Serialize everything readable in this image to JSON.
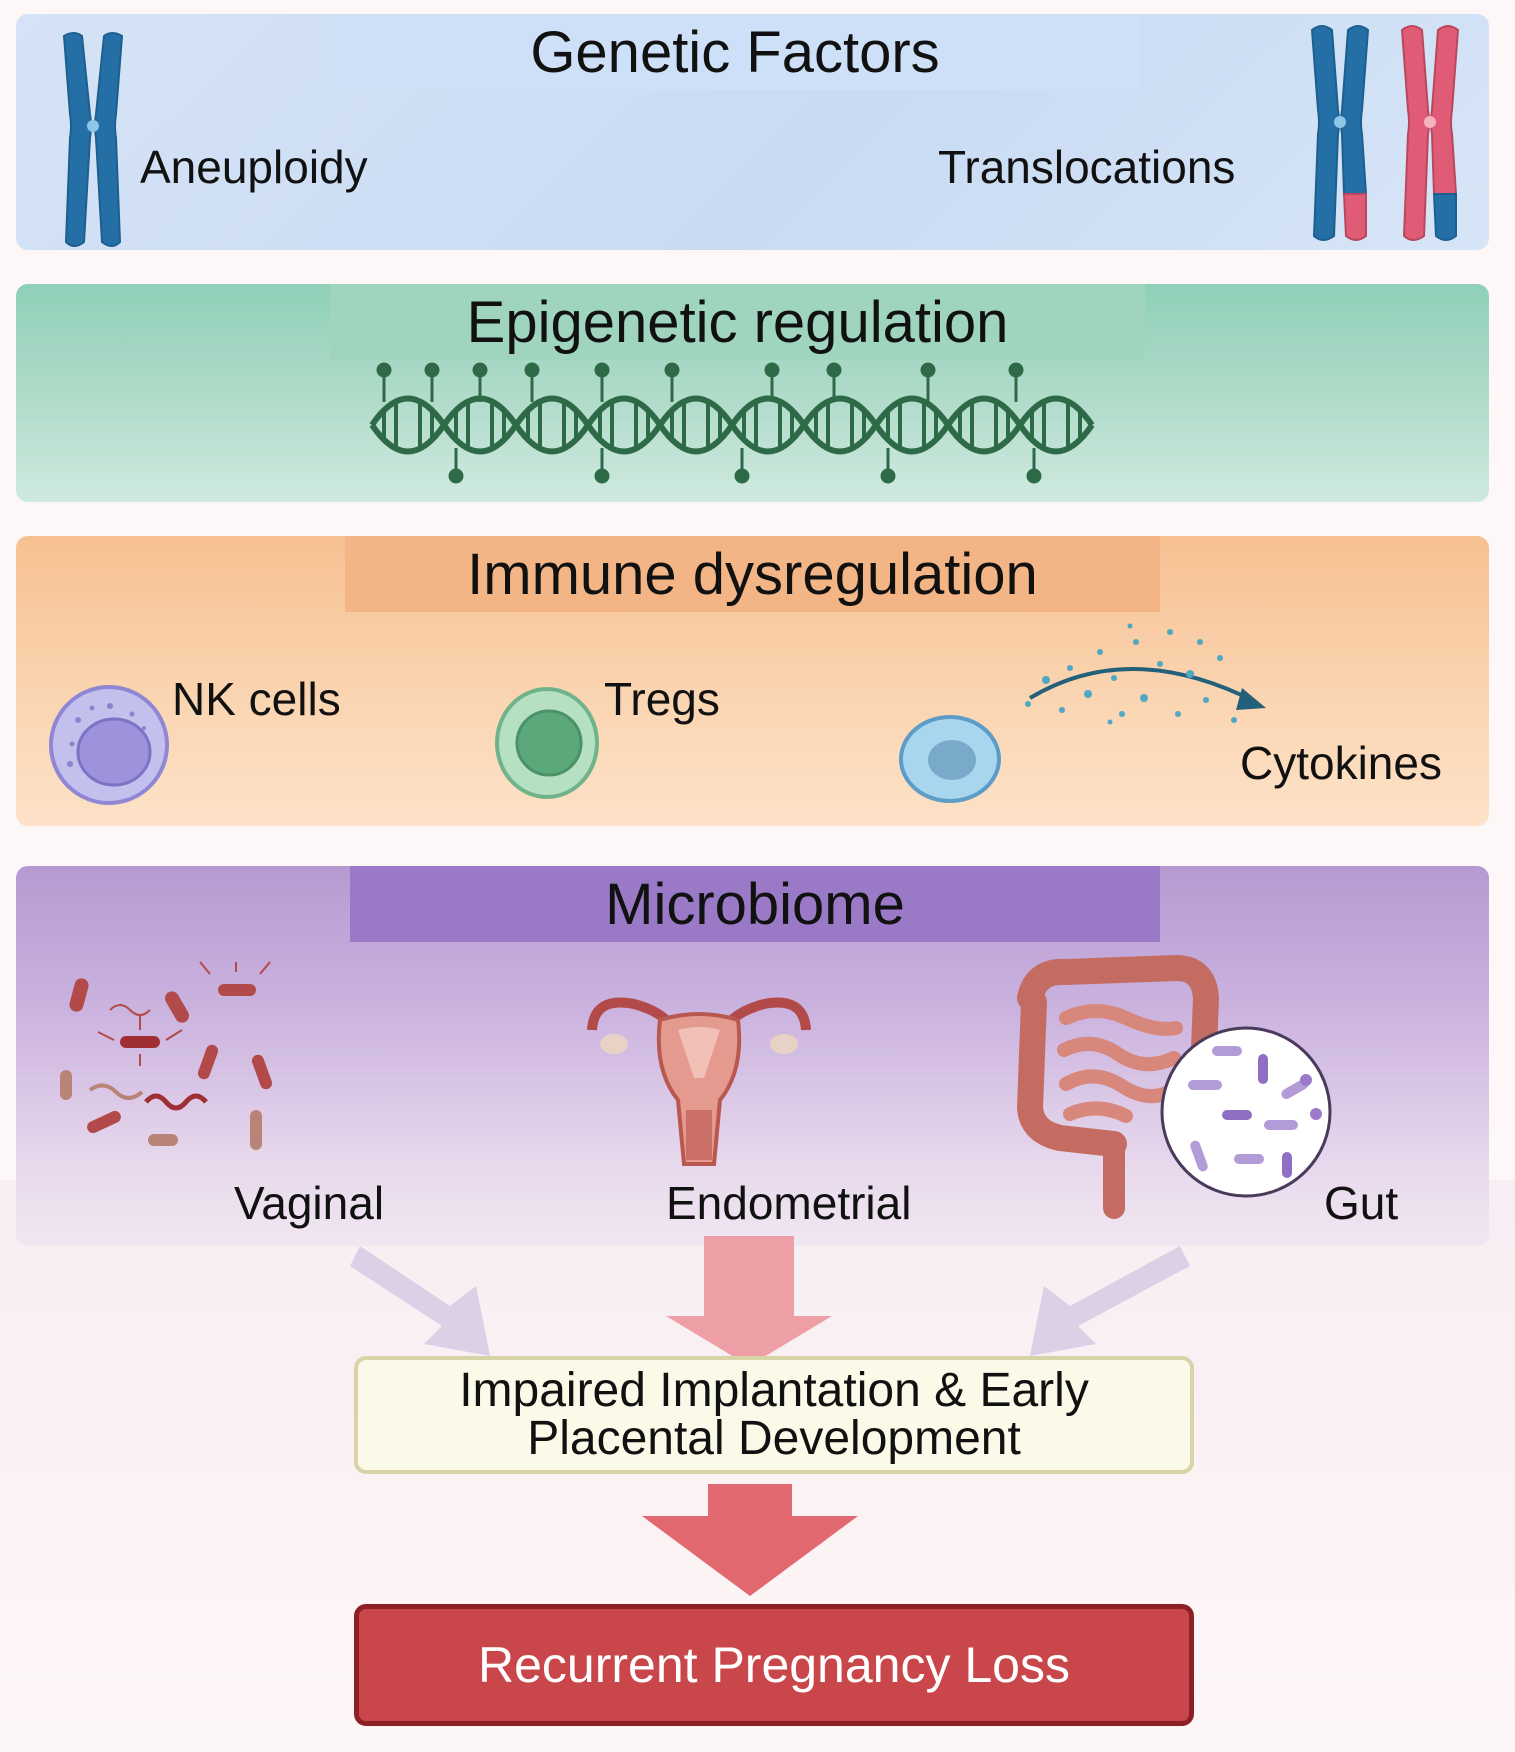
{
  "genetic": {
    "title": "Genetic Factors",
    "left_label": "Aneuploidy",
    "right_label": "Translocations"
  },
  "epigenetic": {
    "title": "Epigenetic regulation"
  },
  "immune": {
    "title": "Immune dysregulation",
    "cell1_label": "NK cells",
    "cell2_label": "Tregs",
    "cell3_label": "Cytokines"
  },
  "microbiome": {
    "title": "Microbiome",
    "sites": [
      "Vaginal",
      "Endometrial",
      "Gut"
    ]
  },
  "outcome": {
    "intermediate_line1": "Impaired Implantation & Early",
    "intermediate_line2": "Placental Development",
    "final": "Recurrent Pregnancy Loss"
  },
  "colors": {
    "chromosome_blue": "#2470a6",
    "chromosome_pink": "#e05c76",
    "dna_green": "#2f6a48",
    "final_box": "#c9474b",
    "final_border": "#8e1f25"
  },
  "icons": [
    "chromosome-icon",
    "dna-methylation-icon",
    "nk-cell-icon",
    "treg-cell-icon",
    "immune-cell-icon",
    "cytokine-arrow-icon",
    "bacteria-icon",
    "uterus-icon",
    "intestine-icon",
    "microscope-bacteria-icon"
  ]
}
